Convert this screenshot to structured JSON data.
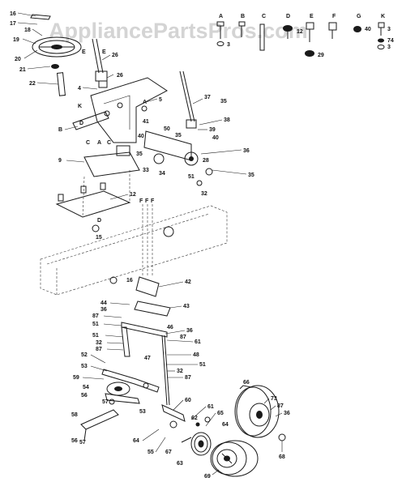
{
  "watermark": "AppliancePartsPros.com",
  "hardware_letters": [
    "A",
    "B",
    "C",
    "D",
    "E",
    "F",
    "G",
    "K"
  ],
  "callouts": {
    "c16": "16",
    "c17": "17",
    "c18": "18",
    "c19": "19",
    "c20": "20",
    "c21": "21",
    "c22": "22",
    "c26a": "26",
    "c26b": "26",
    "c4": "4",
    "c5": "5",
    "c37": "37",
    "c35a": "35",
    "c38": "38",
    "c39": "39",
    "c40a": "40",
    "c41": "41",
    "c50": "50",
    "c35b": "35",
    "c36": "36",
    "c33": "33",
    "c34": "34",
    "c28": "28",
    "c51a": "51",
    "c32a": "32",
    "c35c": "35",
    "c9": "9",
    "c12": "12",
    "c15": "15",
    "c16b": "16",
    "c42": "42",
    "c43": "43",
    "c44": "44",
    "c36b": "36",
    "c87a": "87",
    "c51b": "51",
    "c51c": "51",
    "c32b": "32",
    "c87b": "87",
    "c46": "46",
    "c36c": "36",
    "c87c": "87",
    "c61": "61",
    "c47": "47",
    "c48": "48",
    "c51d": "51",
    "c32c": "32",
    "c87d": "87",
    "c52": "52",
    "c53": "53",
    "c59": "59",
    "c54": "54",
    "c56": "56",
    "c57": "57",
    "c58": "58",
    "c56b": "56",
    "c57b": "57",
    "c60": "60",
    "c61b": "61",
    "c62": "62",
    "c65": "65",
    "c64": "64",
    "c63": "63",
    "c64b": "64",
    "c55": "55",
    "c67": "67",
    "c66": "66",
    "c73": "73",
    "c87e": "87",
    "c36d": "36",
    "c68": "68",
    "c69": "69",
    "c3a": "3",
    "c3b": "3",
    "c29": "29",
    "c40b": "40",
    "c74": "74",
    "c3c": "3",
    "c12b": "12"
  },
  "sub_letters": {
    "E": "E",
    "K": "K",
    "B": "B",
    "D": "D",
    "A": "A",
    "C": "C",
    "A2": "A",
    "C2": "C",
    "D2": "D",
    "F": "F"
  }
}
